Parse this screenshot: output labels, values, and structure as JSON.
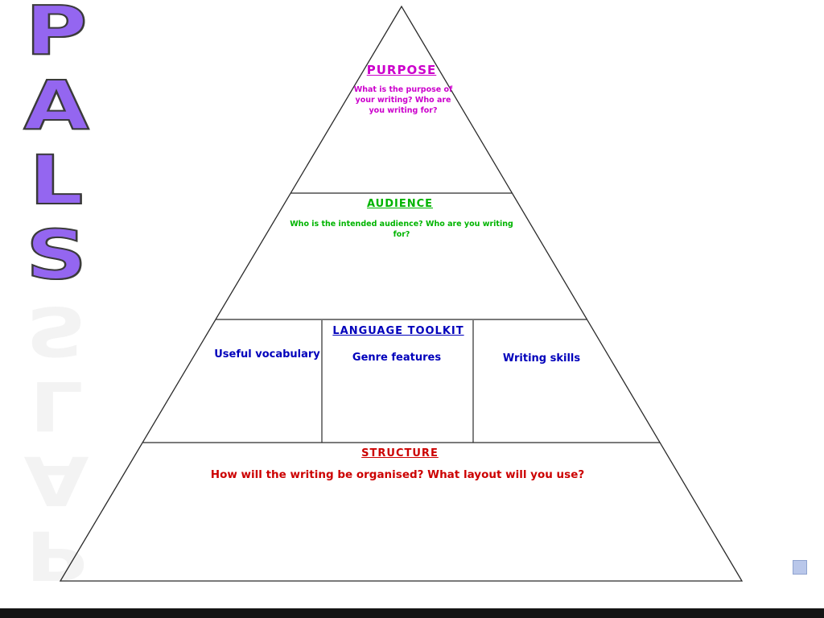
{
  "pals": {
    "letters": [
      "P",
      "A",
      "L",
      "S"
    ],
    "letter_color": "#9466f0"
  },
  "pyramid": {
    "purpose": {
      "title": "PURPOSE",
      "desc": "What is the purpose of your writing? Who are you writing for?",
      "color": "#cc00cc"
    },
    "audience": {
      "title": "AUDIENCE",
      "desc": "Who is the intended audience? Who are you writing for?",
      "color": "#00b400"
    },
    "language_toolkit": {
      "title": "LANGUAGE TOOLKIT",
      "columns": [
        "Useful vocabulary",
        "Genre features",
        "Writing skills"
      ],
      "color": "#0000bb"
    },
    "structure": {
      "title": "STRUCTURE",
      "desc": "How will the writing be organised? What layout will you use?",
      "color": "#cc0000"
    }
  }
}
